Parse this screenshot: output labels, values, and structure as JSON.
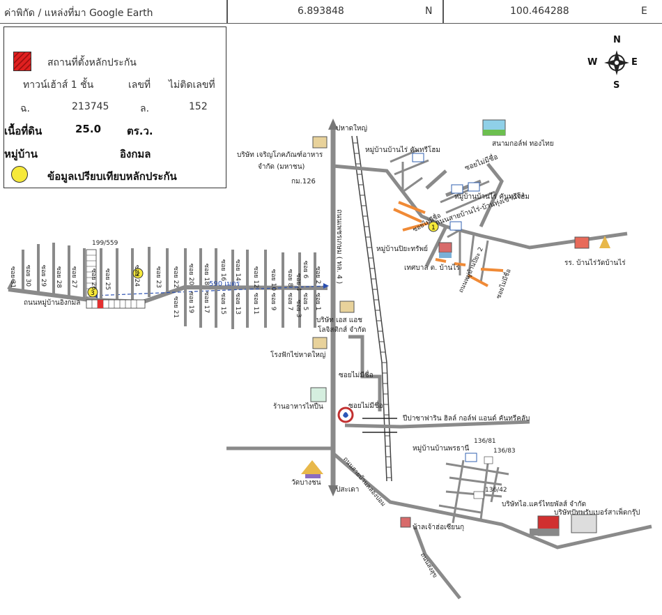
{
  "header": {
    "label": "ค่าพิกัด / แหล่งที่มา Google Earth",
    "lat": "6.893848",
    "lat_dir": "N",
    "lon": "100.464288",
    "lon_dir": "E"
  },
  "legend": {
    "site_label": "สถานที่ตั้งหลักประกัน",
    "property_type": "ทาวน์เฮ้าส์ 1 ชั้น",
    "house_no_label": "เลขที่",
    "house_no_value": "ไม่ติดเลขที่",
    "deed_prefix": "ฉ.",
    "deed_no": "213745",
    "land_prefix": "ล.",
    "land_no": "152",
    "area_label": "เนื้อที่ดิน",
    "area_value": "25.0",
    "area_unit": "ตร.ว.",
    "village_label": "หมู่บ้าน",
    "village_value": "อิงกมล",
    "comparable_label": "ข้อมูลเปรียบเทียบหลักประกัน"
  },
  "compass": {
    "n": "N",
    "s": "S",
    "e": "E",
    "w": "W"
  },
  "map": {
    "places": [
      "ปหาดใหญ่",
      "บริษัท เจริญโภคภัณฑ์อาหาร",
      "จำกัด (มหาชน)",
      "กม.126",
      "หมู่บ้านบ้านไร่ คันทรีโฮม",
      "สนามกอล์ฟ ทองไทย",
      "ซอยไม่มีชื่อ",
      "หมู่บ้านบ้านไร่ คันทรีโฮม",
      "ถนนสายบ้านไร่-บ้านทุ่งเขาแดง",
      "ซอยไม่มีชื่อ",
      "หมู่บ้านปิยะทรัพย์",
      "เทศบาล ต. บ้านไร่",
      "ถนนหมู่บ้านปิยะ 2",
      "ซอยไม่มีชื่อ",
      "รร. บ้านไร่วัดบ้านไร่",
      "ถนนเพชรเกษม ( ทล. 4 )",
      "590 เมตร",
      "199/559",
      "ถนนหมู่บ้านอิงกมล",
      "บริษัท เอส แอช",
      "โลจิสติกส์ จำกัด",
      "โรงฟักไข่หาดใหญ่",
      "ซอยไม่มีชื่อ",
      "ร้านอาหารไทปืน",
      "ซอยไม่มีชื่อ",
      "ปีปาซาฟาริน ฮิลล์ กอล์ฟ แอนด์ คันทรีคลับ",
      "หมู่บ้านบ้านพรธานี",
      "136/81",
      "136/83",
      "136/42",
      "วัดบางชน",
      "ปสะเดา",
      "ถนนสายบ้านคลองปอม",
      "บริษัทไอ.แคร์ไทยพัลส์ จำกัด",
      "บริษัทปัทพรับเบอร์สาเพ็ดกรุ๊ป",
      "บ้าลเจ้าฮ่อเซียนกุ",
      "ถนนส่งสุข"
    ],
    "sois": [
      "ซอย 31",
      "ซอย 30",
      "ซอย 29",
      "ซอย 28",
      "ซอย 27",
      "ซอย 26",
      "ซอย 25",
      "ซอย 24",
      "ซอย 23",
      "ซอย 22",
      "ซอย 21",
      "ซอย 20",
      "ซอย 19",
      "ซอย 18",
      "ซอย 17",
      "ซอย 16",
      "ซอย 15",
      "ซอย 14",
      "ซอย 13",
      "ซอย 12",
      "ซอย 11",
      "ซอย 10",
      "ซอย 9",
      "ซอย 8",
      "ซอย 7",
      "ซอย 6",
      "ซอย 5",
      "ซอย 4",
      "ซอย 3",
      "ซอย 2",
      "ซอย 1"
    ],
    "markers": [
      "1",
      "2",
      "3"
    ]
  }
}
